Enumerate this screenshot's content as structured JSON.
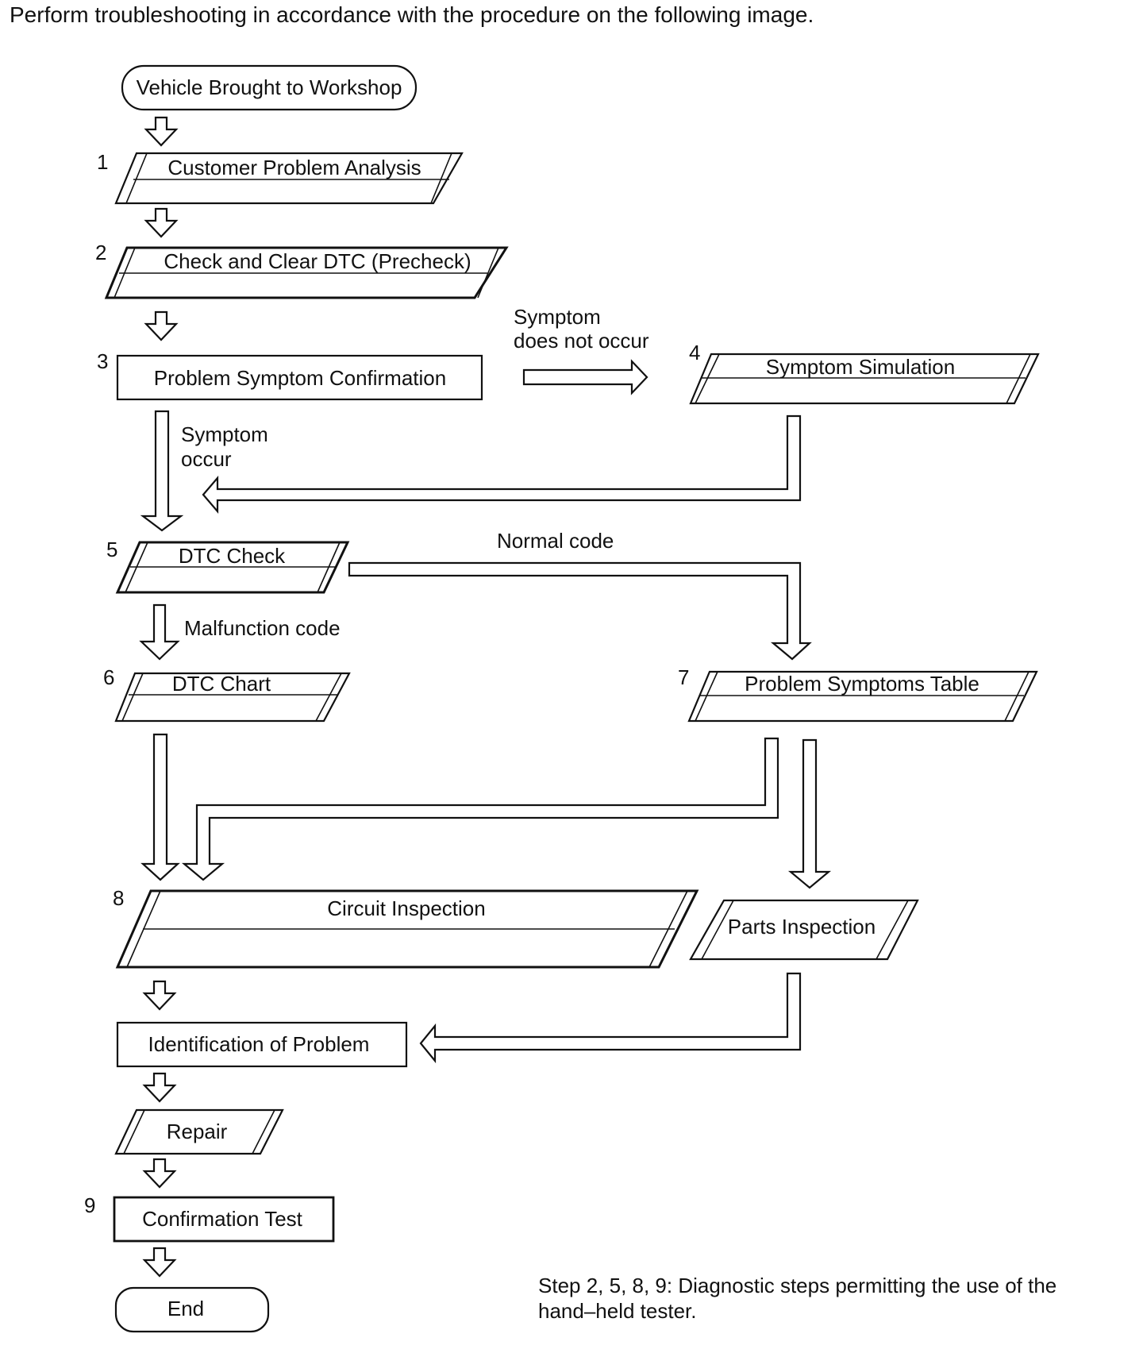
{
  "header": "Perform troubleshooting in accordance with the procedure on the following image.",
  "nodes": {
    "start": "Vehicle Brought to Workshop",
    "customer_problem_analysis": "Customer Problem Analysis",
    "check_clear_dtc": "Check and Clear DTC (Precheck)",
    "problem_symptom_confirmation": "Problem Symptom Confirmation",
    "symptom_simulation": "Symptom Simulation",
    "dtc_check": "DTC Check",
    "dtc_chart": "DTC Chart",
    "problem_symptoms_table": "Problem Symptoms Table",
    "circuit_inspection": "Circuit Inspection",
    "parts_inspection": "Parts Inspection",
    "identification_of_problem": "Identification of Problem",
    "repair": "Repair",
    "confirmation_test": "Confirmation Test",
    "end": "End"
  },
  "step_numbers": {
    "s1": "1",
    "s2": "2",
    "s3": "3",
    "s4": "4",
    "s5": "5",
    "s6": "6",
    "s7": "7",
    "s8": "8",
    "s9": "9"
  },
  "edge_labels": {
    "symptom_not_occur_1": "Symptom",
    "symptom_not_occur_2": "does not occur",
    "symptom_occur_1": "Symptom",
    "symptom_occur_2": "occur",
    "normal_code": "Normal code",
    "malfunction_code": "Malfunction code"
  },
  "footnote": {
    "line1": "Step 2, 5, 8, 9: Diagnostic steps permitting the use of the",
    "line2": "hand–held tester."
  }
}
